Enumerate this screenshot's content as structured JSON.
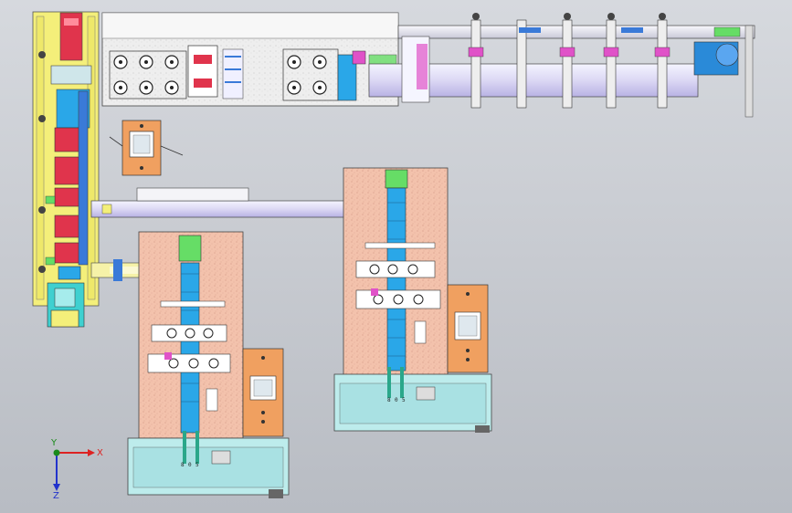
{
  "view": {
    "type": "cad-assembly-top-view",
    "colors": {
      "background": "#c9ccd2",
      "frame_yellow": "#f4ef7a",
      "plate_peach": "#f3c2ac",
      "conveyor_blue": "#2aa7e8",
      "cylinder_red": "#e0344c",
      "base_cyan": "#bdecec",
      "control_orange": "#f0a060",
      "rail_lilac": "#c8c4f0",
      "accent_magenta": "#e052c8",
      "accent_green": "#66dd66"
    }
  },
  "machine_a": {
    "label_left": "8",
    "label_mid": "0",
    "label_right": "5"
  },
  "machine_b": {
    "label_left": "8",
    "label_mid": "0",
    "label_right": "5"
  },
  "axes": {
    "x_label": "X",
    "y_label": "Y",
    "z_label": "Z"
  }
}
